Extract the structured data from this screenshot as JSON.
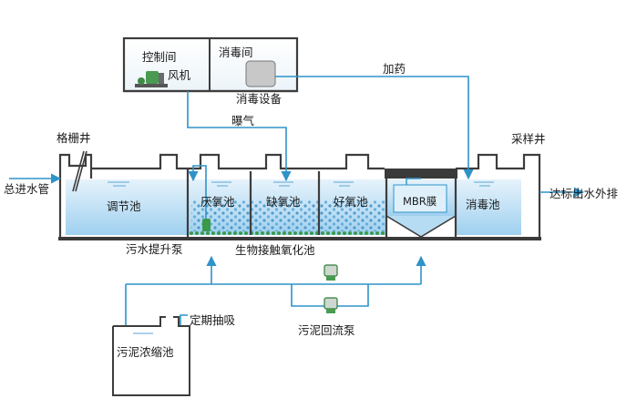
{
  "labels": {
    "control_room": "控制间",
    "fan": "风机",
    "disinfection_room": "消毒间",
    "disinfection_equipment": "消毒设备",
    "dosing": "加药",
    "aeration": "曝气",
    "bar_screen_well": "格栅井",
    "sampling_well": "采样井",
    "main_inlet_pipe": "总进水管",
    "compliant_discharge": "达标出水外排",
    "equalization_tank": "调节池",
    "anaerobic_tank": "厌氧池",
    "anoxic_tank": "缺氧池",
    "aerobic_tank": "好氧池",
    "mbr_membrane": "MBR膜",
    "disinfection_tank": "消毒池",
    "sewage_lift_pump": "污水提升泵",
    "bio_contact_oxidation_tank": "生物接触氧化池",
    "sludge_return_pump": "污泥回流泵",
    "regular_pumping": "定期抽吸",
    "sludge_thickening_tank": "污泥浓缩池"
  },
  "colors": {
    "structure": "#3d3d3d",
    "pipe": "#2f93c9",
    "water_top": "#e6f3fc",
    "water_bottom": "#9fd0ef",
    "fill_dots": "#3f8fc4",
    "green_dots": "#3a9a4a",
    "floor": "#3a3a3a"
  },
  "icons": [
    "blower-icon",
    "dosing-tank-icon",
    "lift-pump-icon",
    "return-pump-icon",
    "bar-screen-icon",
    "membrane-module-icon",
    "flow-arrow-icon"
  ]
}
